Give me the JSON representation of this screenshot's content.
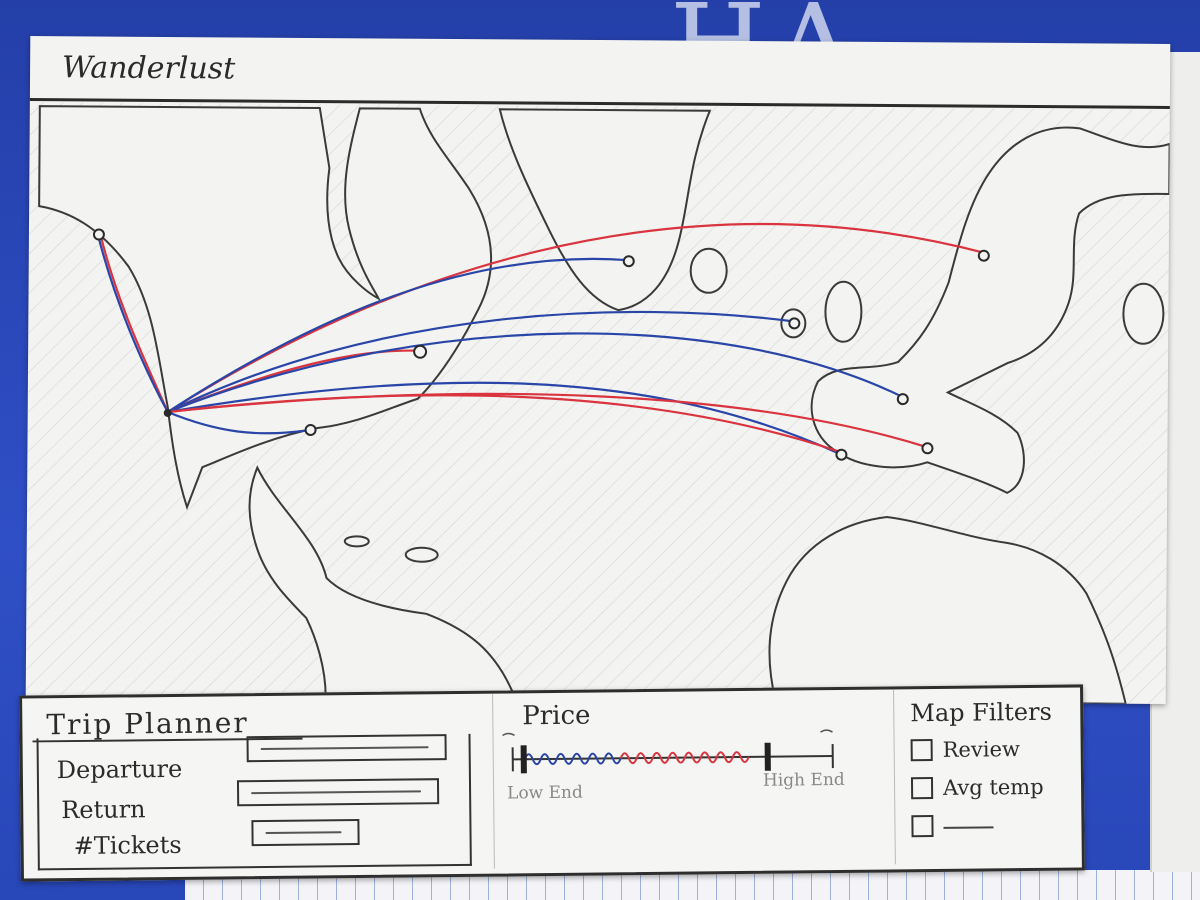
{
  "app": {
    "title": "Wanderlust"
  },
  "colors": {
    "route_red": "#d9343f",
    "route_blue": "#2a45a8",
    "pencil": "#3a3a3a"
  },
  "trip_planner": {
    "title": "Trip Planner",
    "fields": [
      {
        "label": "Departure"
      },
      {
        "label": "Return"
      },
      {
        "label": "#Tickets"
      }
    ]
  },
  "price": {
    "title": "Price",
    "low_label": "Low End",
    "high_label": "High End"
  },
  "map_filters": {
    "title": "Map Filters",
    "options": [
      {
        "label": "Review",
        "checked": false
      },
      {
        "label": "Avg temp",
        "checked": false
      },
      {
        "label": "",
        "checked": false
      }
    ]
  }
}
